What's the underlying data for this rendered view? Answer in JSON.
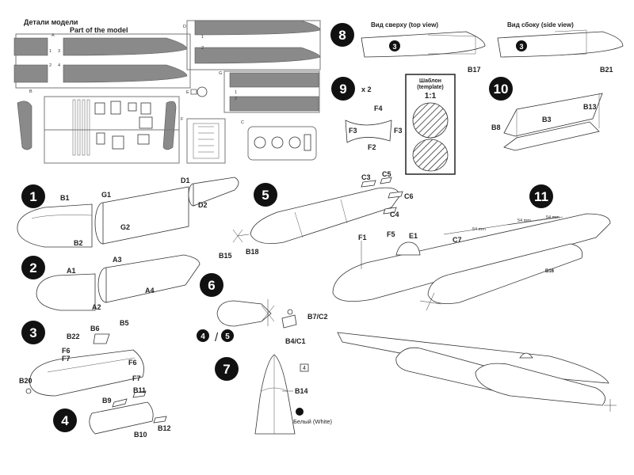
{
  "header": {
    "title_ru": "Детали модели",
    "title_en": "Part of the model"
  },
  "sprues": {
    "A": "A",
    "B": "B",
    "C": "C",
    "D": "D",
    "E": "E",
    "F": "F",
    "G": "G",
    "a_nums": [
      "1",
      "3",
      "2",
      "4"
    ],
    "d_nums": [
      "1",
      "2"
    ],
    "g_nums": [
      "1",
      "2"
    ]
  },
  "steps": [
    {
      "num": "1",
      "labels": [
        "B1",
        "G1",
        "D1",
        "D2",
        "B2",
        "G2"
      ]
    },
    {
      "num": "2",
      "labels": [
        "A1",
        "A3",
        "A4",
        "A2"
      ]
    },
    {
      "num": "3",
      "labels": [
        "B22",
        "B6",
        "B5",
        "F6",
        "F7",
        "F6",
        "F7",
        "B20"
      ]
    },
    {
      "num": "4",
      "labels": [
        "B9",
        "B11",
        "B12",
        "B10"
      ]
    },
    {
      "num": "5",
      "labels": [
        "C3",
        "C5",
        "C6",
        "C4",
        "B15",
        "B18"
      ]
    },
    {
      "num": "6",
      "labels": [
        "B7/C2",
        "B4/C1"
      ],
      "ref_a": "4",
      "ref_b": "5",
      "slash": "/"
    },
    {
      "num": "7",
      "labels": [
        "B14"
      ],
      "ref": "4",
      "color_note": "Белый (White)"
    },
    {
      "num": "8",
      "top_view": "Вид сверху (top view)",
      "side_view": "Вид сбоку (side view)",
      "ref": "3",
      "labels": [
        "B17",
        "B21"
      ]
    },
    {
      "num": "9",
      "multiplier": "x 2",
      "labels": [
        "F4",
        "F3",
        "F3",
        "F2"
      ],
      "template_ru": "Шаблон",
      "template_en": "(template)",
      "scale": "1:1"
    },
    {
      "num": "10",
      "labels": [
        "B13",
        "B8",
        "B3"
      ]
    },
    {
      "num": "11",
      "labels": [
        "F1",
        "F5",
        "E1",
        "C7",
        "B16"
      ],
      "dims": [
        "54 mm",
        "54 mm",
        "54 mm"
      ]
    }
  ]
}
